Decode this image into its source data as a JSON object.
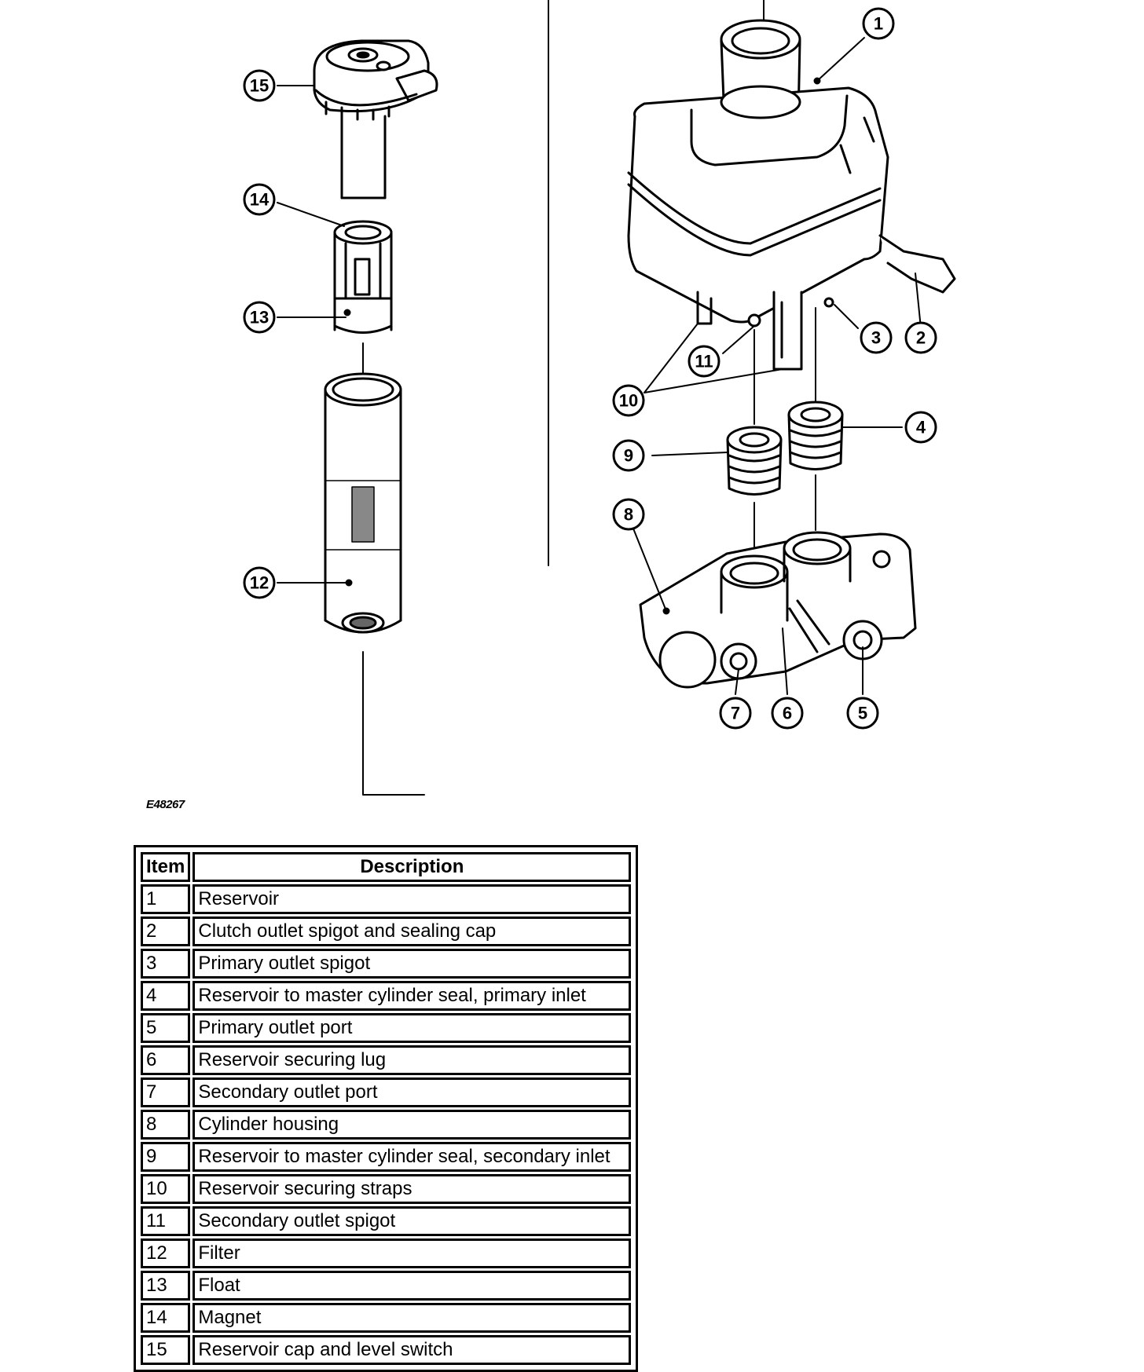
{
  "figure_id": "E48267",
  "callouts": [
    "1",
    "2",
    "3",
    "4",
    "5",
    "6",
    "7",
    "8",
    "9",
    "10",
    "11",
    "12",
    "13",
    "14",
    "15"
  ],
  "legend": {
    "headers": {
      "item": "Item",
      "description": "Description"
    },
    "rows": [
      {
        "item": "1",
        "description": "Reservoir"
      },
      {
        "item": "2",
        "description": "Clutch outlet spigot and sealing cap"
      },
      {
        "item": "3",
        "description": "Primary outlet spigot"
      },
      {
        "item": "4",
        "description": "Reservoir to master cylinder seal, primary inlet"
      },
      {
        "item": "5",
        "description": "Primary outlet port"
      },
      {
        "item": "6",
        "description": "Reservoir securing lug"
      },
      {
        "item": "7",
        "description": "Secondary outlet port"
      },
      {
        "item": "8",
        "description": "Cylinder housing"
      },
      {
        "item": "9",
        "description": "Reservoir to master cylinder seal, secondary inlet"
      },
      {
        "item": "10",
        "description": "Reservoir securing straps"
      },
      {
        "item": "11",
        "description": "Secondary outlet spigot"
      },
      {
        "item": "12",
        "description": "Filter"
      },
      {
        "item": "13",
        "description": "Float"
      },
      {
        "item": "14",
        "description": "Magnet"
      },
      {
        "item": "15",
        "description": "Reservoir cap and level switch"
      }
    ]
  }
}
